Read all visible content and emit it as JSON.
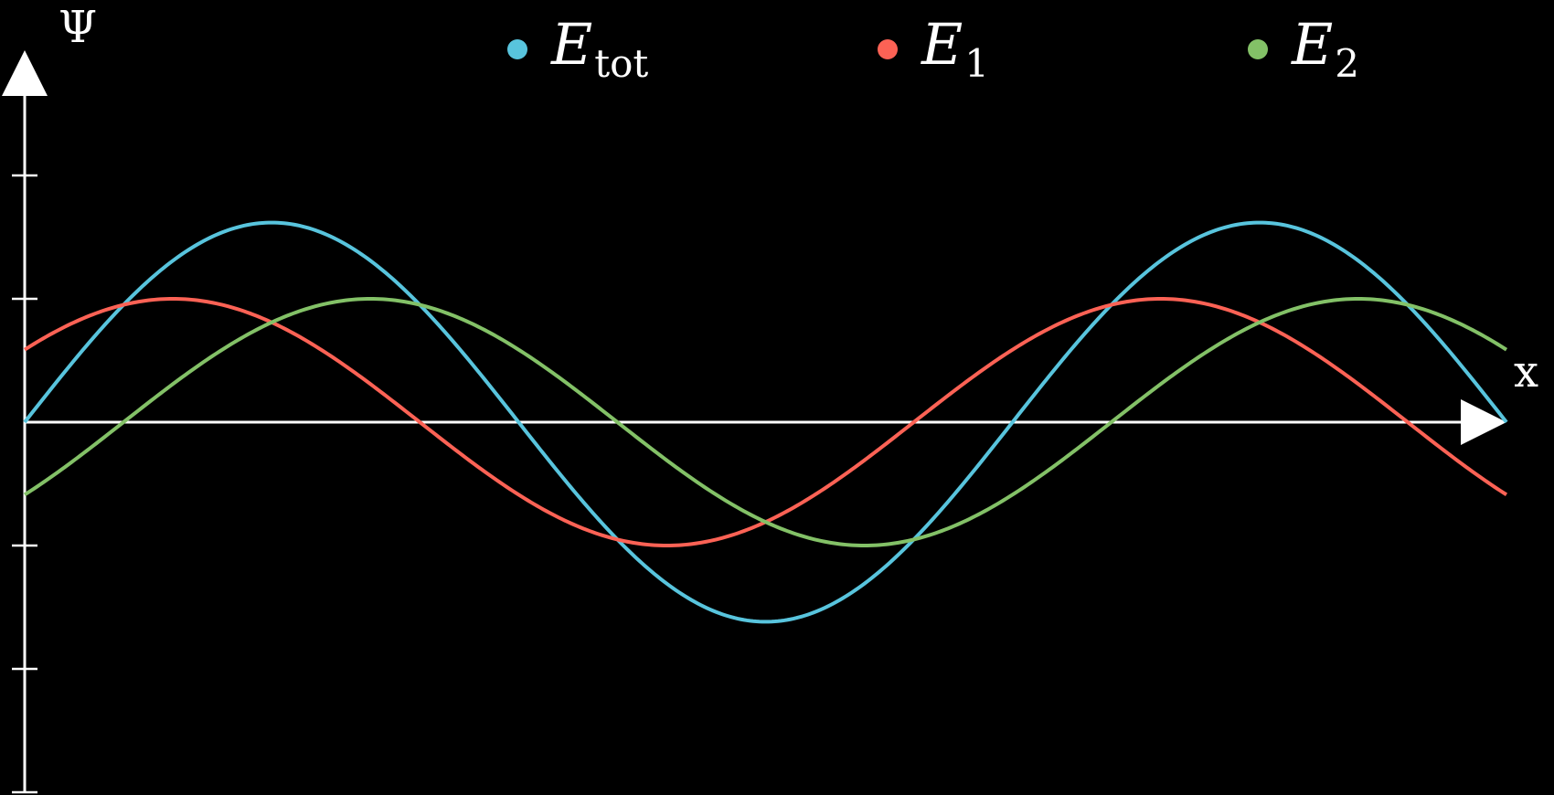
{
  "chart_data": {
    "type": "line",
    "xlabel": "x",
    "ylabel": "Ψ",
    "xlim": [
      0,
      12
    ],
    "ylim": [
      -3,
      3
    ],
    "grid": false,
    "legend_position": "top-center",
    "yticks": [
      -3,
      -2,
      -1,
      1,
      2
    ],
    "colors": {
      "axis": "#ffffff",
      "background": "#000000"
    },
    "series": [
      {
        "name": "E",
        "sub": "tot",
        "color": "#58c4dd",
        "amplitude": 1.618,
        "period": 8,
        "phase": 0
      },
      {
        "name": "E",
        "sub": "1",
        "color": "#fc6255",
        "amplitude": 1.0,
        "period": 8,
        "phase": 0.6283
      },
      {
        "name": "E",
        "sub": "2",
        "color": "#83c167",
        "amplitude": 1.0,
        "period": 8,
        "phase": -0.6283
      }
    ]
  }
}
